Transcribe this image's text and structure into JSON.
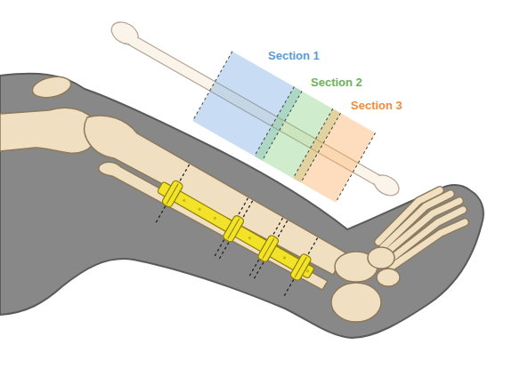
{
  "diagram": {
    "labels": [
      "Section 1",
      "Section 2",
      "Section 3"
    ]
  }
}
